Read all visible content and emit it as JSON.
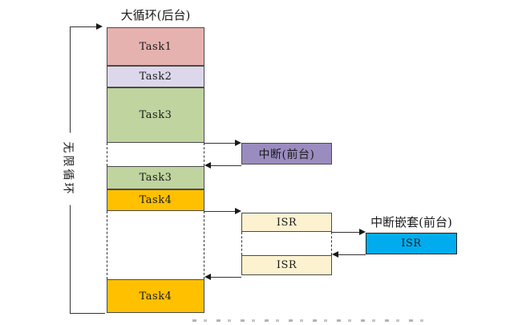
{
  "diagram": {
    "title": "大循环(后台)",
    "left_loop_label": "无限循环",
    "column_tasks": [
      {
        "label": "Task1"
      },
      {
        "label": "Task2"
      },
      {
        "label": "Task3"
      },
      {
        "label": "Task3"
      },
      {
        "label": "Task4"
      },
      {
        "label": "Task4"
      }
    ],
    "interrupt_label": "中断(前台)",
    "isr_labels": [
      "ISR",
      "ISR"
    ],
    "nested_interrupt": {
      "title": "中断嵌套(前台)",
      "label": "ISR"
    }
  },
  "colors": {
    "task1": "#E5B2AF",
    "task2": "#DCD7EA",
    "task3": "#BFD49E",
    "task4": "#FFC000",
    "interrupt": "#9B8CC0",
    "isr": "#FCF2D0",
    "nested_isr": "#00ACEE"
  }
}
